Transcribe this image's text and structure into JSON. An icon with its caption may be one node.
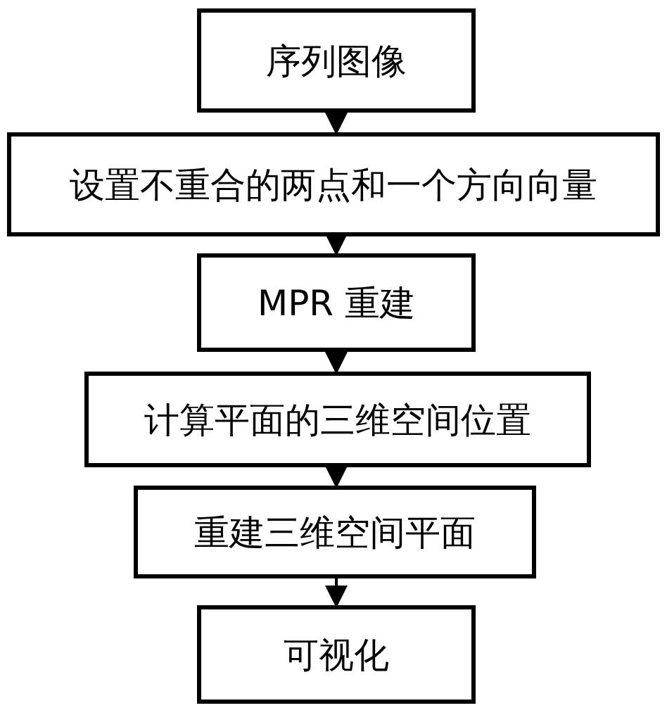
{
  "diagram": {
    "nodes": [
      {
        "text": [
          "序列图像"
        ]
      },
      {
        "text": [
          "设置不重合的两点和一个方向向量"
        ]
      },
      {
        "text": [
          "MPR 重建"
        ]
      },
      {
        "text": [
          "计算平面的三维空间位置"
        ]
      },
      {
        "text": [
          "重建三维空间平面"
        ]
      },
      {
        "text": [
          "可视化"
        ]
      }
    ],
    "edges": [
      {
        "from": 0,
        "to": 1,
        "arrow": "to"
      },
      {
        "from": 1,
        "to": 2,
        "arrow": "to"
      },
      {
        "from": 2,
        "to": 3,
        "arrow": "to"
      },
      {
        "from": 3,
        "to": 4,
        "arrow": "to"
      },
      {
        "from": 4,
        "to": 5,
        "arrow": "to"
      }
    ]
  }
}
